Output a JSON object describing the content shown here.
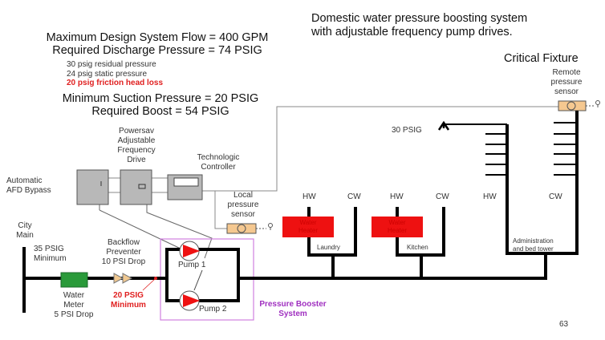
{
  "title": [
    "Domestic water pressure boosting system",
    "with adjustable frequency pump drives."
  ],
  "design": {
    "flow": "Maximum Design System Flow = 400 GPM",
    "discharge": "Required Discharge Pressure = 74 PSIG",
    "breakdown": [
      "30 psig residual pressure",
      "24 psig static pressure",
      "20 psig friction head loss"
    ],
    "suction": "Minimum Suction Pressure = 20 PSIG",
    "boost": "Required Boost = 54 PSIG"
  },
  "critical_fixture": "Critical Fixture",
  "remote_sensor": [
    "Remote",
    "pressure",
    "sensor"
  ],
  "afd": [
    "Powersav",
    "Adjustable",
    "Frequency",
    "Drive"
  ],
  "controller": [
    "Technologic",
    "Controller"
  ],
  "bypass": [
    "Automatic",
    "AFD Bypass"
  ],
  "local_sensor": [
    "Local",
    "pressure",
    "sensor"
  ],
  "city_main": [
    "City",
    "Main"
  ],
  "city_pressure": [
    "35 PSIG",
    "Minimum"
  ],
  "backflow": [
    "Backflow",
    "Preventer",
    "10 PSI Drop"
  ],
  "meter": [
    "Water",
    "Meter",
    "5 PSI Drop"
  ],
  "suction_min": [
    "20 PSIG",
    "Minimum"
  ],
  "pump1": "Pump 1",
  "pump2": "Pump 2",
  "booster": [
    "Pressure Booster",
    "System"
  ],
  "fixture_pressure": "30 PSIG",
  "hw": "HW",
  "cw": "CW",
  "heater": [
    "Water",
    "Heater"
  ],
  "laundry": "Laundry",
  "kitchen": "Kitchen",
  "admin": [
    "Administration",
    "and bed tower"
  ],
  "page_number": "63",
  "colors": {
    "heater": "#ee1111",
    "meter": "#2a9a3a",
    "booster": "#a030c0",
    "alert": "#e02020",
    "sensor": "#f5c890",
    "device": "#b8b8b8"
  }
}
